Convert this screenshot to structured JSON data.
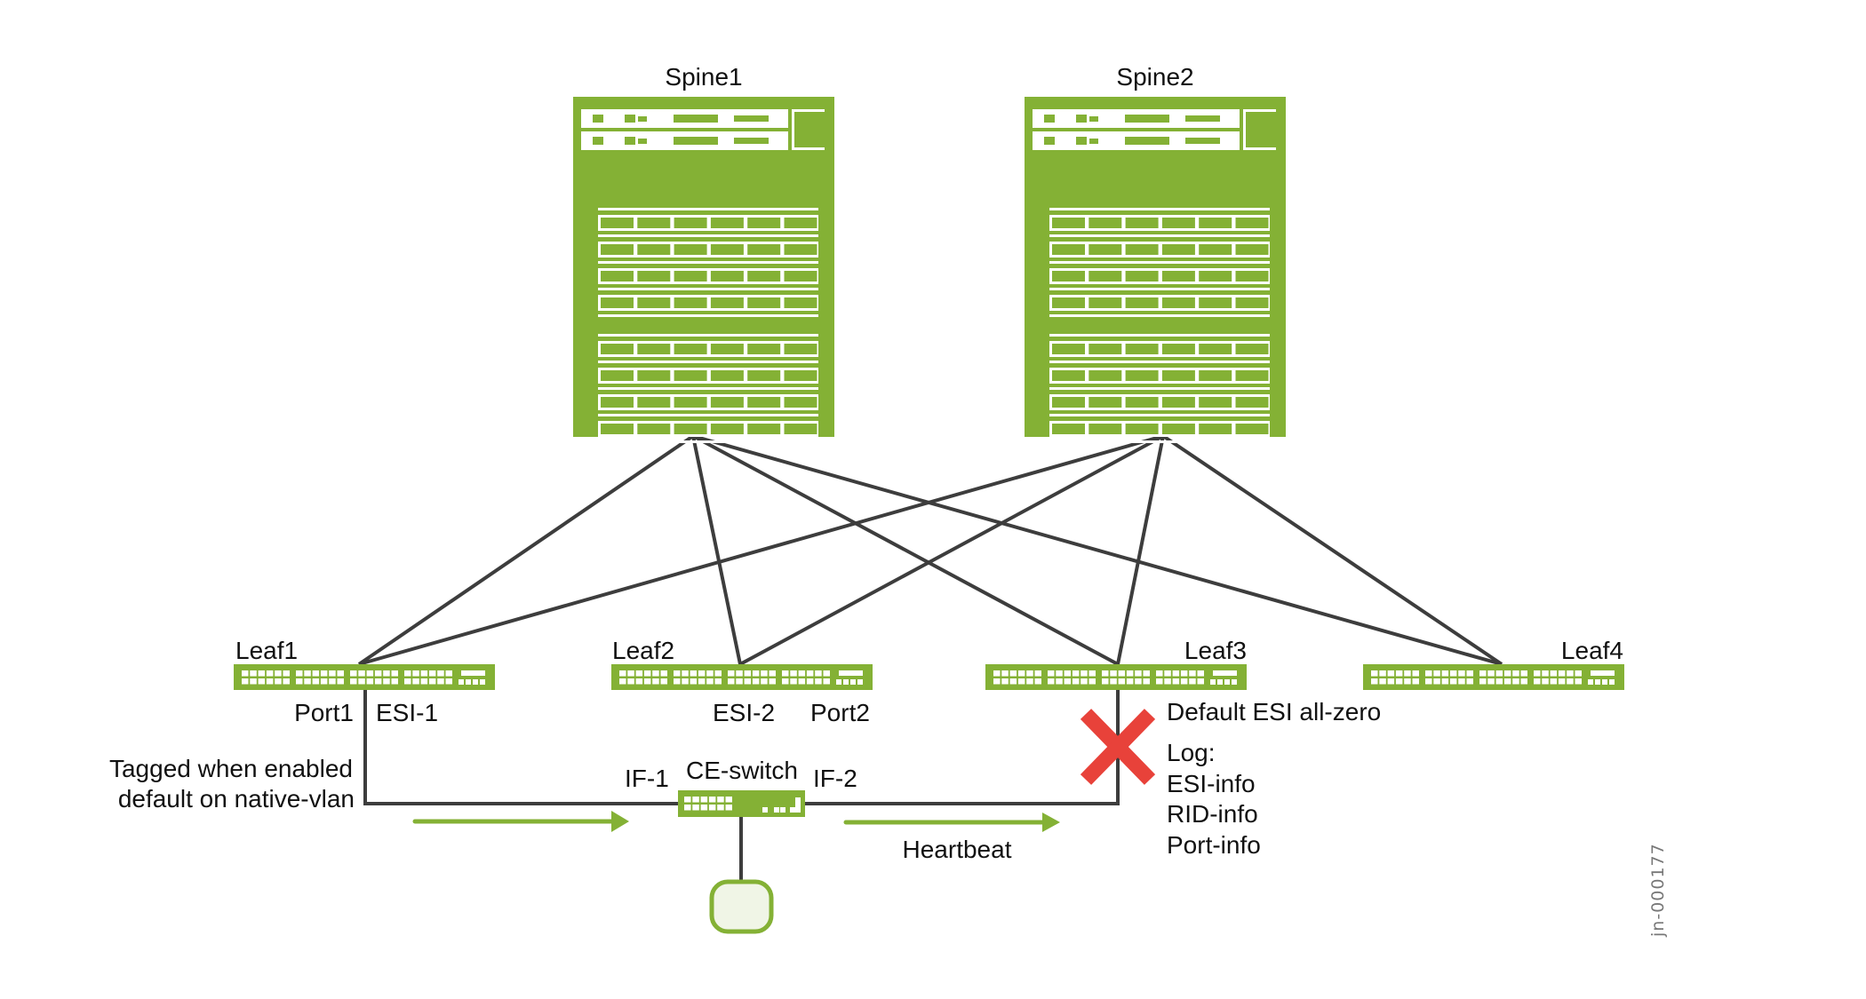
{
  "diagram": {
    "colors": {
      "device_green": "#84b135",
      "link_gray": "#3d3d3d",
      "error_red": "#e8423a",
      "host_fill": "#f0f5e6",
      "text": "#111111"
    },
    "spines": [
      {
        "id": "spine1",
        "label": "Spine1"
      },
      {
        "id": "spine2",
        "label": "Spine2"
      }
    ],
    "leaves": [
      {
        "id": "leaf1",
        "label": "Leaf1"
      },
      {
        "id": "leaf2",
        "label": "Leaf2"
      },
      {
        "id": "leaf3",
        "label": "Leaf3"
      },
      {
        "id": "leaf4",
        "label": "Leaf4"
      }
    ],
    "fabric_links": [
      {
        "from": "spine1",
        "to": "leaf1"
      },
      {
        "from": "spine1",
        "to": "leaf2"
      },
      {
        "from": "spine1",
        "to": "leaf3"
      },
      {
        "from": "spine1",
        "to": "leaf4"
      },
      {
        "from": "spine2",
        "to": "leaf1"
      },
      {
        "from": "spine2",
        "to": "leaf2"
      },
      {
        "from": "spine2",
        "to": "leaf3"
      },
      {
        "from": "spine2",
        "to": "leaf4"
      }
    ],
    "port_labels": {
      "leaf1_port": "Port1",
      "leaf1_esi": "ESI-1",
      "leaf2_esi": "ESI-2",
      "leaf2_port": "Port2"
    },
    "ce_switch": {
      "label": "CE-switch",
      "if1": "IF-1",
      "if2": "IF-2"
    },
    "annotations": {
      "tagged_line1": "Tagged when enabled",
      "tagged_line2": "default on native-vlan",
      "heartbeat": "Heartbeat",
      "leaf3_status": "Default ESI all-zero",
      "log_title": "Log:",
      "log_items": [
        "ESI-info",
        "RID-info",
        "Port-info"
      ],
      "leaf3_link_state": "failed"
    },
    "doc_id": "jn-000177"
  }
}
